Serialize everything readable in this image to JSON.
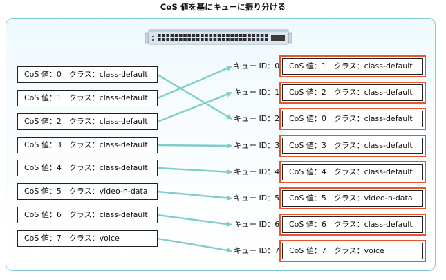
{
  "title": "CoS 値を基にキューに振り分ける",
  "inputs": [
    {
      "text": "CoS 値：0　クラス：class-default"
    },
    {
      "text": "CoS 値：1　クラス：class-default"
    },
    {
      "text": "CoS 値：2　クラス：class-default"
    },
    {
      "text": "CoS 値：3　クラス：class-default"
    },
    {
      "text": "CoS 値：4　クラス：class-default"
    },
    {
      "text": "CoS 値：5　クラス：video-n-data"
    },
    {
      "text": "CoS 値：6　クラス：class-default"
    },
    {
      "text": "CoS 値：7　クラス：voice"
    }
  ],
  "queues": [
    {
      "label": "キュー ID：0",
      "text": "CoS 値：1　クラス：class-default"
    },
    {
      "label": "キュー ID：1",
      "text": "CoS 値：2　クラス：class-default"
    },
    {
      "label": "キュー ID：2",
      "text": "CoS 値：0　クラス：class-default"
    },
    {
      "label": "キュー ID：3",
      "text": "CoS 値：3　クラス：class-default"
    },
    {
      "label": "キュー ID：4",
      "text": "CoS 値：4　クラス：class-default"
    },
    {
      "label": "キュー ID：5",
      "text": "CoS 値：5　クラス：video-n-data"
    },
    {
      "label": "キュー ID：6",
      "text": "CoS 値：6　クラス：class-default"
    },
    {
      "label": "キュー ID：7",
      "text": "CoS 値：7　クラス：voice"
    }
  ],
  "mapping": [
    2,
    0,
    1,
    3,
    4,
    5,
    6,
    7
  ],
  "colors": {
    "arrow": "#7fcdc9",
    "panel_border": "#7fc9d8",
    "queue_outline": "#e8542e",
    "switch_body": "#d9e4ef"
  },
  "icons": {
    "device": "network-switch-icon"
  }
}
